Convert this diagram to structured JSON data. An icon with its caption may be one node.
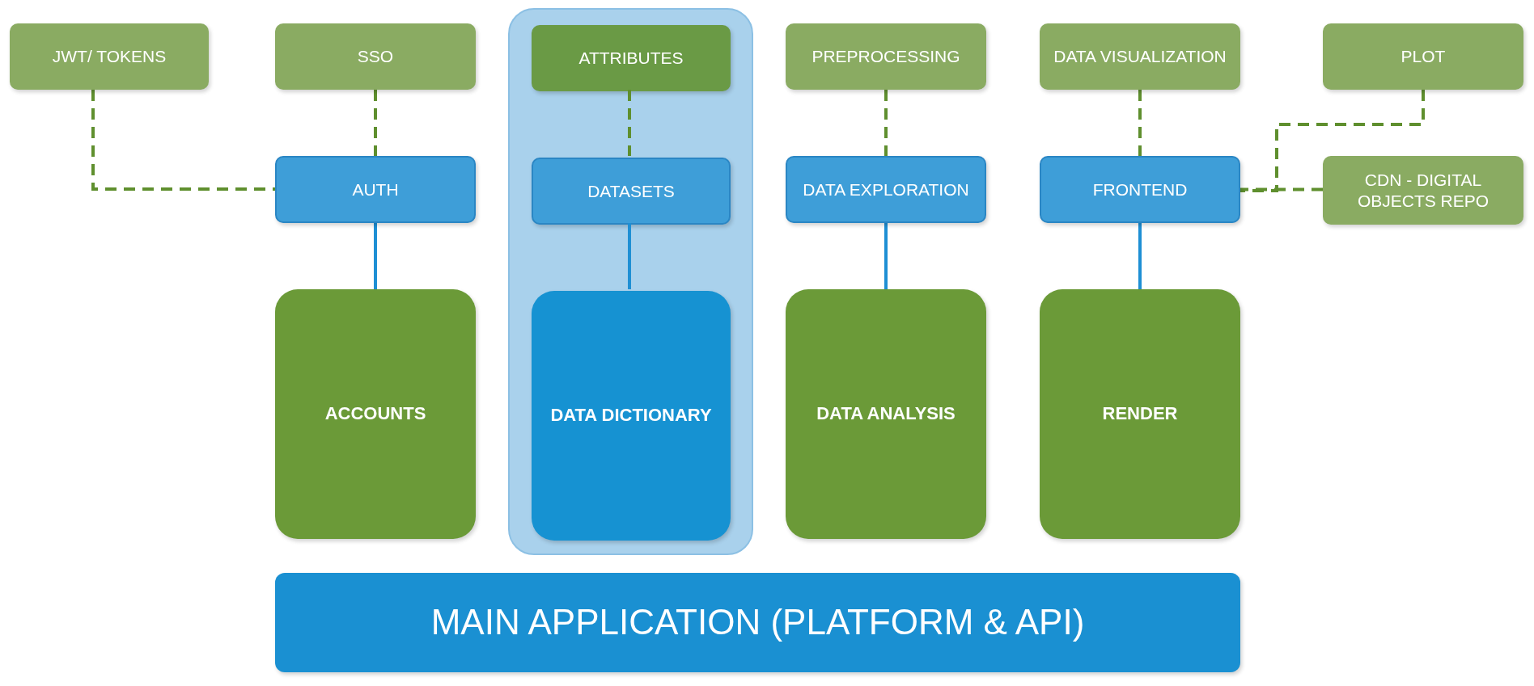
{
  "diagram": {
    "nodes": [
      {
        "text": [
          "JWT/ TOKENS"
        ]
      },
      {
        "text": [
          "SSO"
        ]
      },
      {
        "text": [],
        "shape": "box"
      },
      {
        "text": [
          "ATTRIBUTES"
        ],
        "in": 2
      },
      {
        "text": [
          "PREPROCESSING"
        ]
      },
      {
        "text": [
          "DATA VISUALIZATION"
        ]
      },
      {
        "text": [
          "PLOT"
        ]
      },
      {
        "text": [
          "AUTH"
        ]
      },
      {
        "text": [
          "DATASETS"
        ],
        "in": 2
      },
      {
        "text": [
          "DATA EXPLORATION"
        ]
      },
      {
        "text": [
          "FRONTEND"
        ]
      },
      {
        "text": [
          "CDN - DIGITAL OBJECTS REPO"
        ]
      },
      {
        "text": [
          "ACCOUNTS"
        ]
      },
      {
        "text": [
          "DATA DICTIONARY"
        ],
        "in": 2
      },
      {
        "text": [
          "DATA ANALYSIS"
        ]
      },
      {
        "text": [
          "RENDER"
        ]
      },
      {
        "text": [
          "MAIN APPLICATION (PLATFORM & API)"
        ]
      }
    ],
    "edges": [
      {
        "from": 0,
        "to": 7,
        "arrow": "none",
        "style": "dashed"
      },
      {
        "from": 1,
        "to": 7,
        "arrow": "none",
        "style": "dashed"
      },
      {
        "from": 3,
        "to": 8,
        "arrow": "none",
        "style": "dashed"
      },
      {
        "from": 4,
        "to": 9,
        "arrow": "none",
        "style": "dashed"
      },
      {
        "from": 5,
        "to": 10,
        "arrow": "none",
        "style": "dashed"
      },
      {
        "from": 6,
        "to": 10,
        "arrow": "none",
        "style": "dashed"
      },
      {
        "from": 11,
        "to": 10,
        "arrow": "none",
        "style": "dashed"
      },
      {
        "from": 7,
        "to": 12,
        "arrow": "none",
        "color": "#1e8fd4"
      },
      {
        "from": 8,
        "to": 13,
        "arrow": "none",
        "color": "#1e8fd4"
      },
      {
        "from": 9,
        "to": 14,
        "arrow": "none",
        "color": "#1e8fd4"
      },
      {
        "from": 10,
        "to": 15,
        "arrow": "none",
        "color": "#1e8fd4"
      }
    ]
  }
}
